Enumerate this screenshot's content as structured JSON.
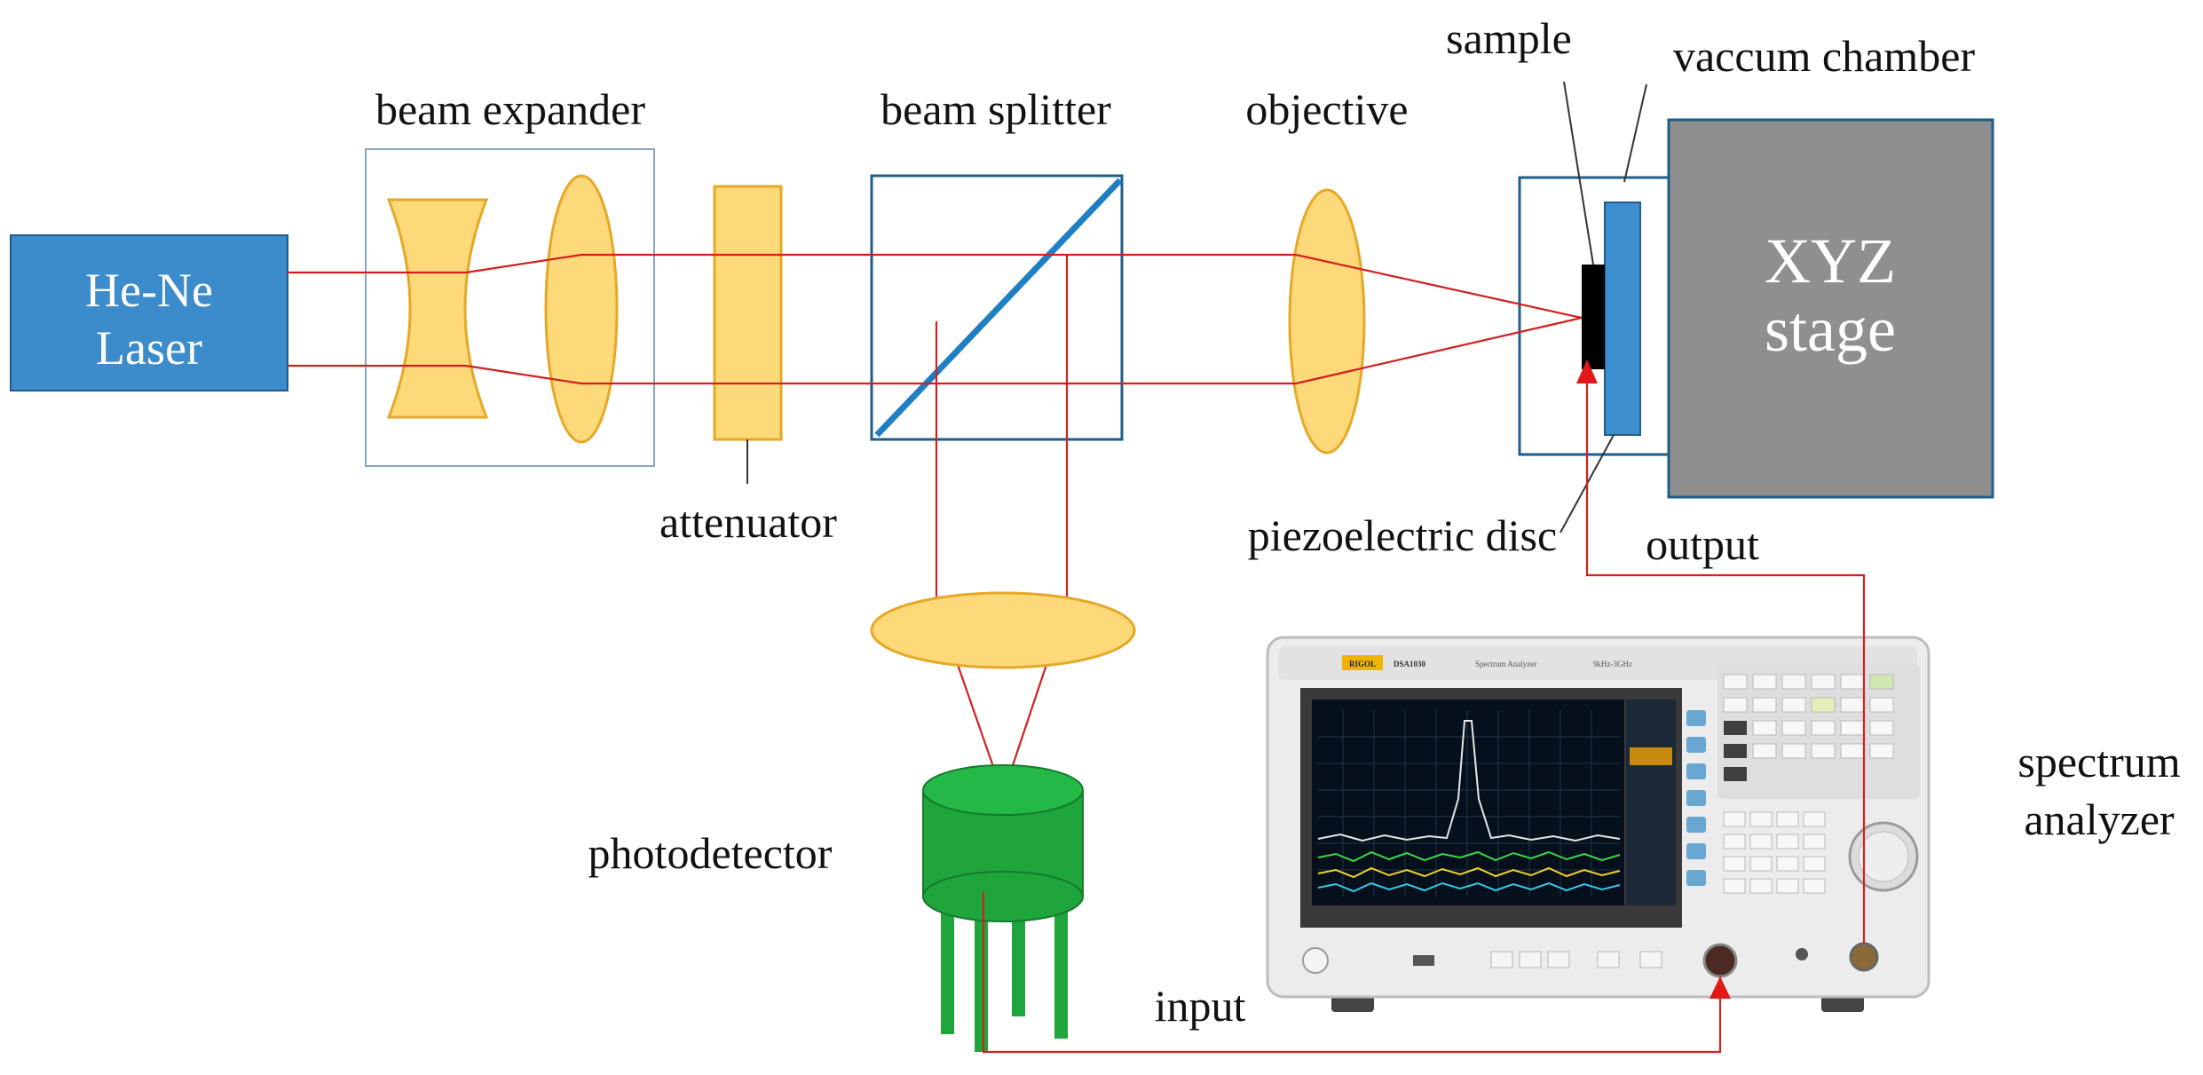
{
  "labels": {
    "laser_line1": "He-Ne",
    "laser_line2": "Laser",
    "beam_expander": "beam expander",
    "attenuator": "attenuator",
    "beam_splitter": "beam splitter",
    "objective": "objective",
    "sample": "sample",
    "vacuum_chamber": "vaccum chamber",
    "stage_line1": "XYZ",
    "stage_line2": "stage",
    "piezo_disc": "piezoelectric disc",
    "output": "output",
    "photodetector": "photodetector",
    "spectrum_line1": "spectrum",
    "spectrum_line2": "analyzer",
    "input": "input"
  },
  "analyzer_panel": {
    "brand": "RIGOL",
    "model": "DSA1030",
    "subtitle": "Spectrum Analyzer",
    "range": "9kHz-3GHz"
  },
  "colors": {
    "laser_box": "#3c8ccc",
    "lens_fill": "#fdd97a",
    "lens_stroke": "#e6a827",
    "beam": "#d22020",
    "splitter_line": "#1f7fc4",
    "stage_fill": "#8f8f8f",
    "photodetector": "#1ea53c",
    "piezo": "#3d8fd0"
  }
}
